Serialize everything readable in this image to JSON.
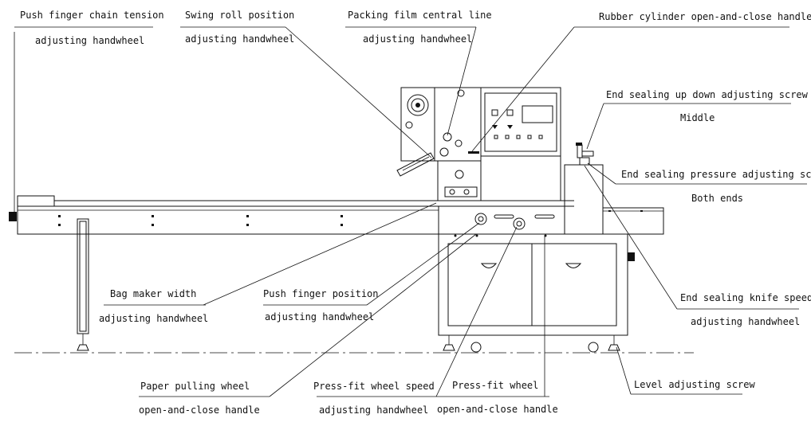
{
  "labels": {
    "push_finger_chain": {
      "line1": "Push finger chain tension",
      "line2": "adjusting handwheel"
    },
    "swing_roll": {
      "line1": "Swing roll position",
      "line2": "adjusting handwheel"
    },
    "packing_film": {
      "line1": "Packing film central line",
      "line2": "adjusting handwheel"
    },
    "rubber_cylinder": {
      "line1": "Rubber cylinder open-and-close handle"
    },
    "end_sealing_updown": {
      "line1": "End sealing up down adjusting screw",
      "line2": "Middle"
    },
    "end_sealing_pressure": {
      "line1": "End sealing pressure adjusting screw",
      "line2": "Both ends"
    },
    "bag_maker_width": {
      "line1": "Bag maker width",
      "line2": "adjusting handwheel"
    },
    "push_finger_position": {
      "line1": "Push finger position",
      "line2": "adjusting handwheel"
    },
    "end_sealing_knife": {
      "line1": "End sealing knife speed",
      "line2": "adjusting handwheel"
    },
    "paper_pulling": {
      "line1": "Paper pulling wheel",
      "line2": "open-and-close handle"
    },
    "pressfit_speed": {
      "line1": "Press-fit wheel speed",
      "line2": "adjusting handwheel"
    },
    "pressfit_wheel": {
      "line1": "Press-fit wheel",
      "line2": "open-and-close handle"
    },
    "level_screw": {
      "line1": "Level adjusting screw"
    }
  }
}
